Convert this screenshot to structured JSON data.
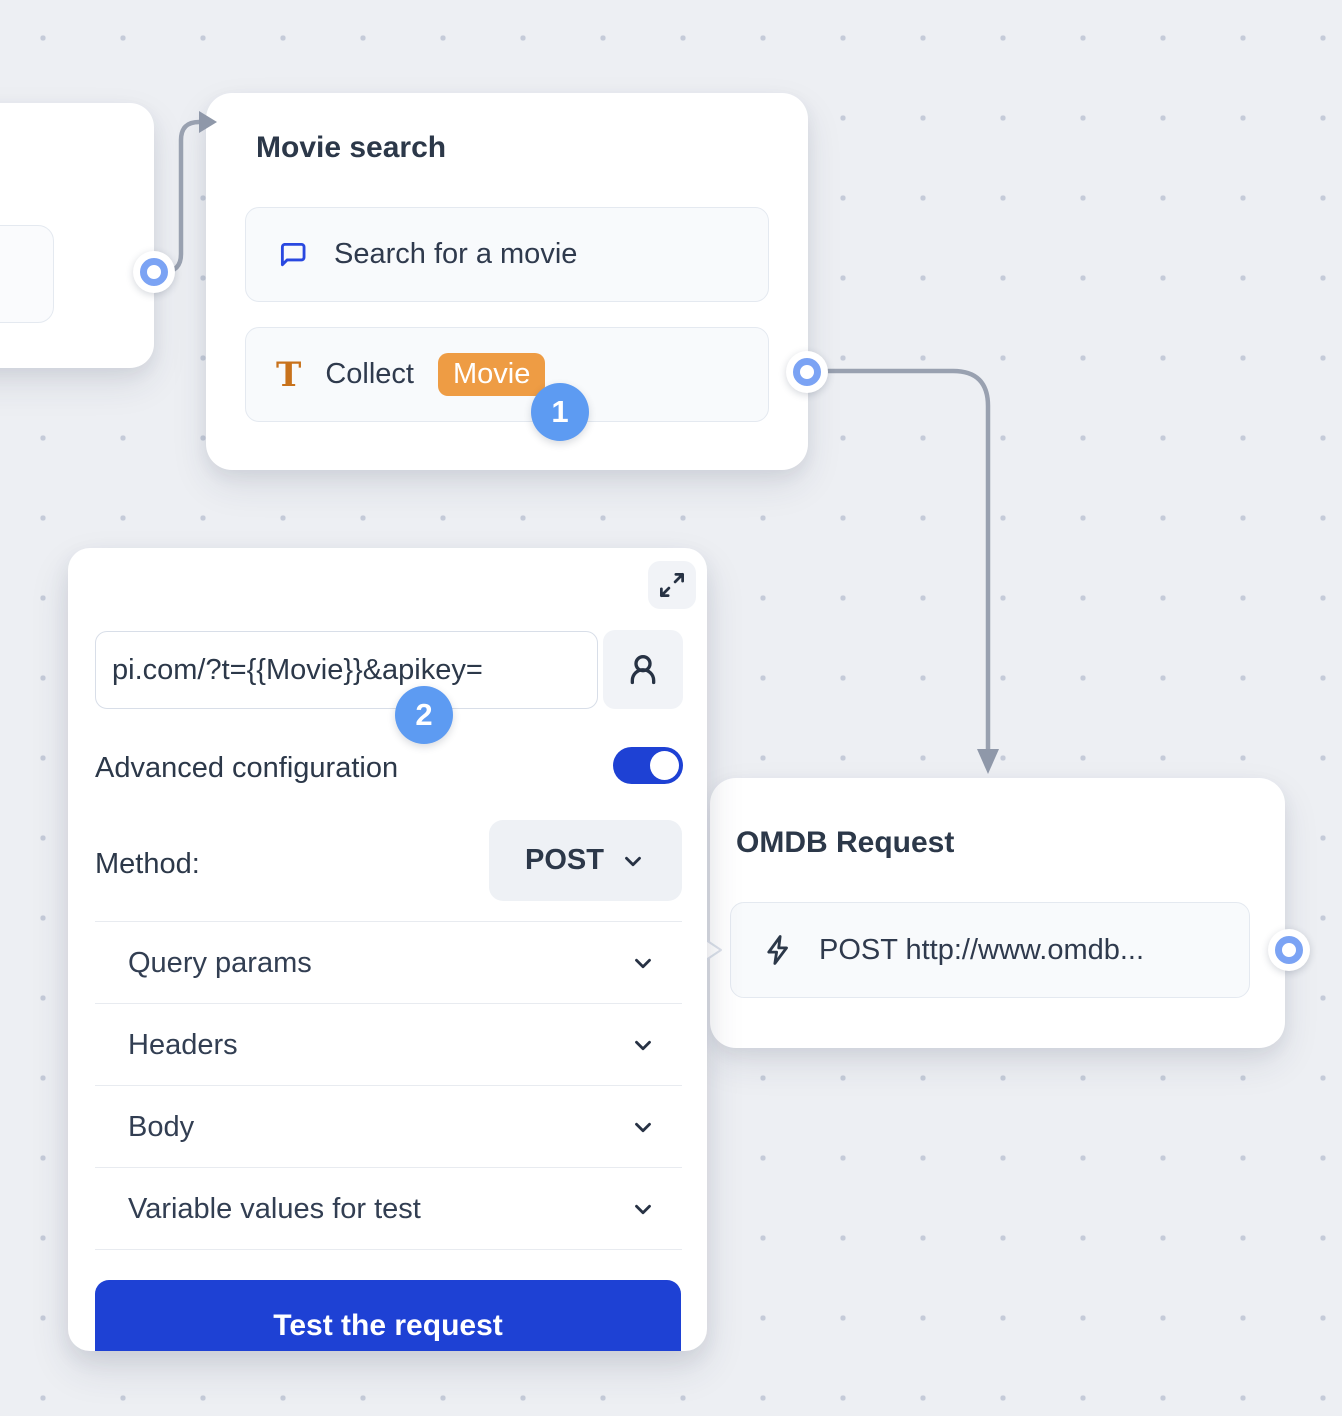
{
  "colors": {
    "canvas_bg": "#edeff3",
    "dot_color": "#c5cbd9",
    "accent_blue": "#1e41d4",
    "port_blue": "#7ba3f4",
    "step_badge_blue": "#5d9bf2",
    "badge_orange": "#ee9c44",
    "icon_orange": "#c8721c",
    "icon_blue": "#2948e0",
    "text_dark": "#2c3849",
    "connector_gray": "#99a1b0"
  },
  "movie_node": {
    "title": "Movie search",
    "rows": [
      {
        "icon": "chat-bubble-icon",
        "label": "Search for a movie"
      },
      {
        "icon": "text-input-icon",
        "label": "Collect",
        "variable_badge": "Movie"
      }
    ],
    "step_marker": "1"
  },
  "request_panel": {
    "url_field": {
      "value": "pi.com/?t={{Movie}}&apikey="
    },
    "step_marker": "2",
    "advanced_toggle_label": "Advanced configuration",
    "advanced_toggle_on": true,
    "method_label": "Method:",
    "method_value": "POST",
    "sections": [
      {
        "label": "Query params"
      },
      {
        "label": "Headers"
      },
      {
        "label": "Body"
      },
      {
        "label": "Variable values for test"
      }
    ],
    "test_button_label": "Test the request"
  },
  "omdb_node": {
    "title": "OMDB Request",
    "row": {
      "icon": "lightning-icon",
      "label": "POST http://www.omdb..."
    }
  }
}
